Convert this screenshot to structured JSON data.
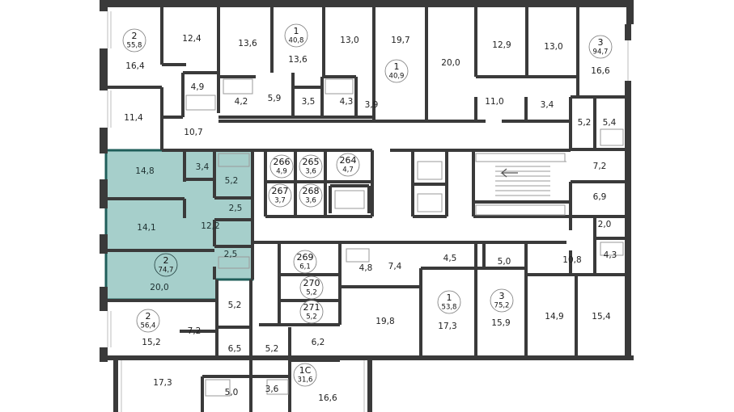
{
  "colors": {
    "wall": "#3a3a3a",
    "highlight_fill": "#a6cfcb",
    "highlight_outline": "#1f5e5a",
    "background": "#ffffff"
  },
  "apartments": [
    {
      "id": "apt-2-55-8",
      "rooms": "2",
      "area": "55,8"
    },
    {
      "id": "apt-1-40-8",
      "rooms": "1",
      "area": "40,8"
    },
    {
      "id": "apt-1-40-9",
      "rooms": "1",
      "area": "40,9"
    },
    {
      "id": "apt-3-94-7",
      "rooms": "3",
      "area": "94,7"
    },
    {
      "id": "apt-266",
      "rooms": "266",
      "area": "4,9"
    },
    {
      "id": "apt-265",
      "rooms": "265",
      "area": "3,6"
    },
    {
      "id": "apt-264",
      "rooms": "264",
      "area": "4,7"
    },
    {
      "id": "apt-267",
      "rooms": "267",
      "area": "3,7"
    },
    {
      "id": "apt-268",
      "rooms": "268",
      "area": "3,6"
    },
    {
      "id": "apt-2-74-7",
      "rooms": "2",
      "area": "74,7",
      "highlighted": true
    },
    {
      "id": "apt-269",
      "rooms": "269",
      "area": "6,1"
    },
    {
      "id": "apt-270",
      "rooms": "270",
      "area": "5,2"
    },
    {
      "id": "apt-271",
      "rooms": "271",
      "area": "5,2"
    },
    {
      "id": "apt-1-53-8",
      "rooms": "1",
      "area": "53,8"
    },
    {
      "id": "apt-3-75-2",
      "rooms": "3",
      "area": "75,2"
    },
    {
      "id": "apt-2-56-4",
      "rooms": "2",
      "area": "56,4"
    },
    {
      "id": "apt-1c-31-6",
      "rooms": "1С",
      "area": "31,6"
    }
  ],
  "room_areas": [
    "16,4",
    "12,4",
    "13,6",
    "13,6",
    "13,0",
    "19,7",
    "20,0",
    "12,9",
    "13,0",
    "16,6",
    "4,9",
    "4,2",
    "5,9",
    "3,5",
    "4,3",
    "3,9",
    "11,0",
    "3,4",
    "5,2",
    "5,4",
    "11,4",
    "10,7",
    "7,2",
    "6,9",
    "2,0",
    "4,3",
    "14,8",
    "3,4",
    "5,2",
    "2,5",
    "14,1",
    "12,2",
    "2,5",
    "20,0",
    "4,8",
    "7,4",
    "4,5",
    "5,0",
    "10,8",
    "19,8",
    "17,3",
    "15,9",
    "14,9",
    "15,4",
    "5,2",
    "7,2",
    "15,2",
    "6,5",
    "5,2",
    "6,2",
    "17,3",
    "5,0",
    "3,6",
    "16,6"
  ]
}
